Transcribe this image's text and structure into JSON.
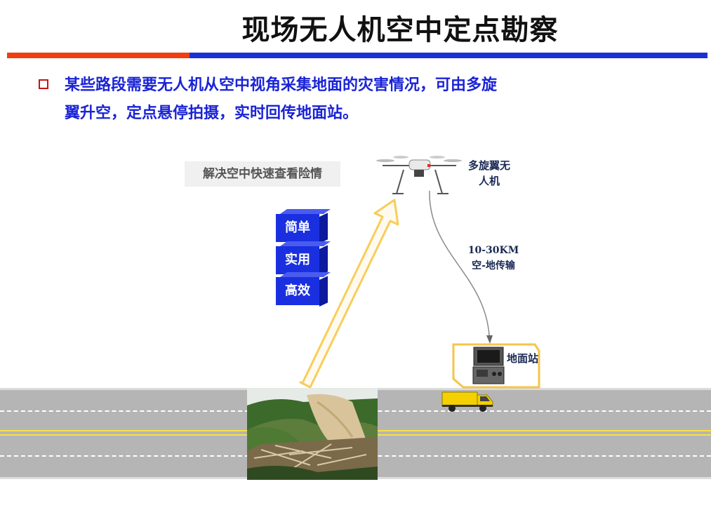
{
  "slide": {
    "title": "现场无人机空中定点勘察",
    "bullet_line1": "某些路段需要无人机从空中视角采集地面的灾害情况，可由多旋",
    "bullet_line2": "翼升空，定点悬停拍摄，实时回传地面站。"
  },
  "diagram": {
    "tag": "解决空中快速查看险情",
    "blocks": [
      "简单",
      "实用",
      "高效"
    ],
    "drone_label_line1": "多旋翼无",
    "drone_label_line2": "人机",
    "link_label_line1": "10-30KM",
    "link_label_line2": "空-地传输",
    "station_label": "地面站"
  },
  "colors": {
    "title_bar_red": "#f03e10",
    "title_bar_blue": "#1d2fd6",
    "bullet_text": "#1a23d6",
    "bullet_box": "#cc1111",
    "block_fill": "#1a30e0",
    "arrow_outline": "#f8cd5a",
    "road": "#b5b5b5",
    "truck": "#f5d000"
  },
  "icons": [
    "drone-icon",
    "ground-station-icon",
    "truck-icon",
    "landslide-photo"
  ]
}
